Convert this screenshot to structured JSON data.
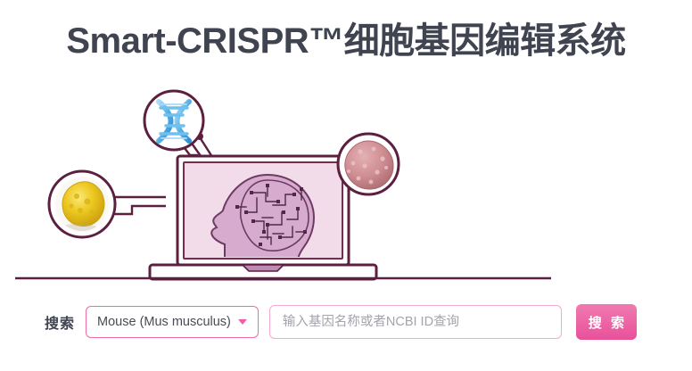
{
  "page": {
    "title": "Smart-CRISPR™细胞基因编辑系统",
    "background_color": "#ffffff",
    "title_color": "#3f4450"
  },
  "hero": {
    "alt": "实验室插图：笔记本电脑屏幕显示电路大脑侧脸，连接DNA双螺旋、黄色细胞与粉色细胞",
    "elements": [
      {
        "name": "laptop-with-circuit-brain",
        "screen_color": "#f3dcea",
        "outline_color": "#5c1f3f"
      },
      {
        "name": "dna-helix-circle",
        "color": "#5cb3e8"
      },
      {
        "name": "yellow-cell-circle",
        "color": "#e8c51e"
      },
      {
        "name": "pink-cell-circle",
        "color": "#cf8e92"
      },
      {
        "name": "ground-line",
        "color": "#5c1f3f"
      }
    ]
  },
  "search": {
    "label": "搜索",
    "species": {
      "selected": "Mouse (Mus musculus)",
      "options": [
        "Mouse (Mus musculus)"
      ],
      "caret_color": "#ef5da8",
      "border_color": "#f06aa6"
    },
    "input": {
      "value": "",
      "placeholder": "输入基因名称或者NCBI ID查询",
      "border_color": "#f7a8cd"
    },
    "button": {
      "label": "搜 索",
      "background_color": "#e8519a",
      "text_color": "#ffffff"
    }
  }
}
